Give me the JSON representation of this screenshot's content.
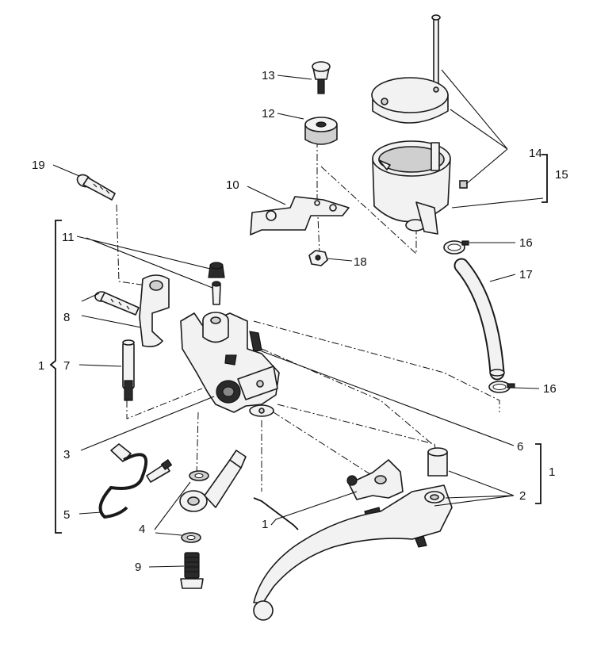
{
  "labels": {
    "l1_main": "1",
    "l1_lower": "1",
    "l1_right": "1",
    "l2": "2",
    "l3": "3",
    "l4": "4",
    "l5": "5",
    "l6": "6",
    "l7": "7",
    "l8": "8",
    "l9": "9",
    "l10": "10",
    "l11": "11",
    "l12": "12",
    "l13": "13",
    "l14": "14",
    "l15": "15",
    "l16a": "16",
    "l16b": "16",
    "l17": "17",
    "l18": "18",
    "l19": "19"
  }
}
